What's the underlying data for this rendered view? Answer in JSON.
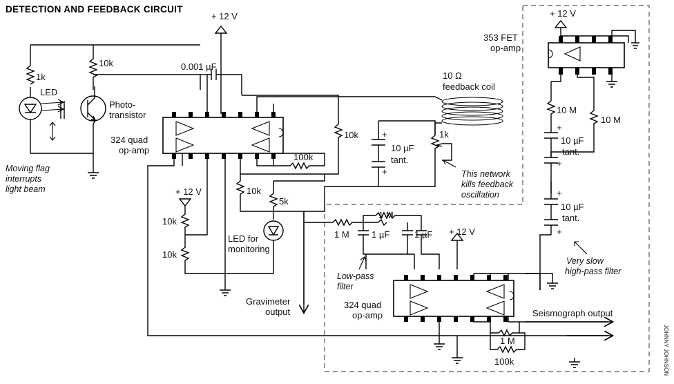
{
  "title": "DETECTION AND FEEDBACK CIRCUIT",
  "credit": "JOHNNY JOHNSON",
  "labels": {
    "plus12_top": "+ 12 V",
    "plus12_fet": "+ 12 V",
    "plus12_div": "+ 12 V",
    "plus12_lp": "+ 12 V",
    "r_1k_led": "1k",
    "r_10k_photo": "10k",
    "cap_0001": "0.001 µF",
    "led": "LED",
    "phototransistor": "Photo-\ntransistor",
    "moving_flag": "Moving flag\ninterrupts\nlight beam",
    "quad324_a": "324 quad\nop-amp",
    "r_10k_right": "10k",
    "r_100k": "100k",
    "r_10k_mid": "10k",
    "r_5k": "5k",
    "r_10k_div1": "10k",
    "r_10k_div2": "10k",
    "led_monitor": "LED for\nmonitoring",
    "gravimeter": "Gravimeter\noutput",
    "coil": "10 Ω\nfeedback coil",
    "cap_10u_tant_a": "10 µF\ntant.",
    "r_1k_pot": "1k",
    "network_note": "This network\nkills feedback\noscillation",
    "fet": "353 FET\nop-amp",
    "r_10M_a": "10 M",
    "r_10M_b": "10 M",
    "cap_10u_tant_b": "10 µF\ntant.",
    "cap_10u_tant_c": "10 µF\ntant.",
    "very_slow": "Very slow\nhigh-pass filter",
    "r_1M_lp1": "1 M",
    "r_1M_lp2": "1 M",
    "cap_1uF_a": "1 µF",
    "cap_1uF_b": "1 µF",
    "low_pass": "Low-pass\nfilter",
    "quad324_b": "324 quad\nop-amp",
    "seismo": "Seismograph output",
    "r_1M_fb": "1 M",
    "r_100k_fb": "100k",
    "plus_signs": "+"
  }
}
